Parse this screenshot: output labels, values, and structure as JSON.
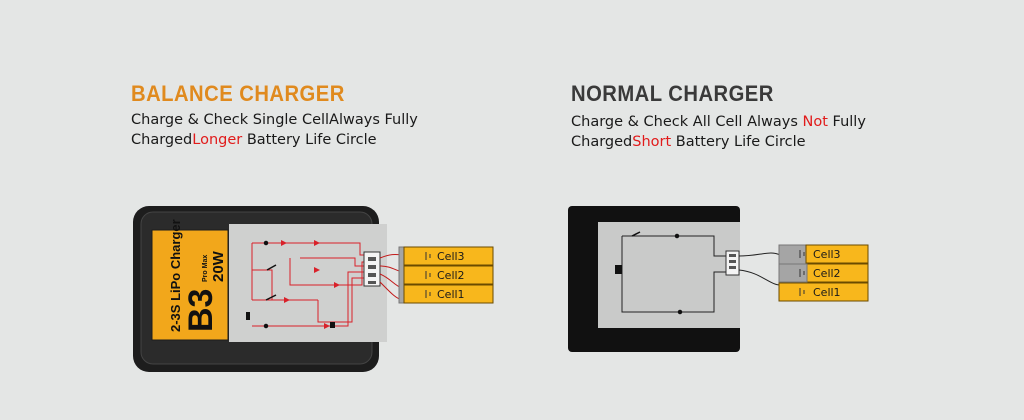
{
  "balance": {
    "title": "BALANCE CHARGER",
    "line1": "Charge & Check Single CellAlways Fully",
    "line2_a": "Charged",
    "line2_red": "Longer",
    "line2_b": " Battery Life Circle",
    "device": {
      "logo": "B3",
      "product": "2-3S LiPo Charger",
      "model": "Pro Max",
      "power": "20W"
    }
  },
  "normal": {
    "title": "NORMAL CHARGER",
    "line1_a": "Charge & Check All Cell Always ",
    "line1_red": "Not",
    "line1_b": " Fully",
    "line2_a": "Charged",
    "line2_red": "Short",
    "line2_b": " Battery Life Circle"
  },
  "cells": [
    "Cell3",
    "Cell2",
    "Cell1"
  ],
  "colors": {
    "balance_title": "#e08a1e",
    "normal_title": "#3a3a3a",
    "cell_fill": "#f8b71c",
    "wire_red": "#d9212a",
    "highlight_red": "#e11b1b"
  }
}
